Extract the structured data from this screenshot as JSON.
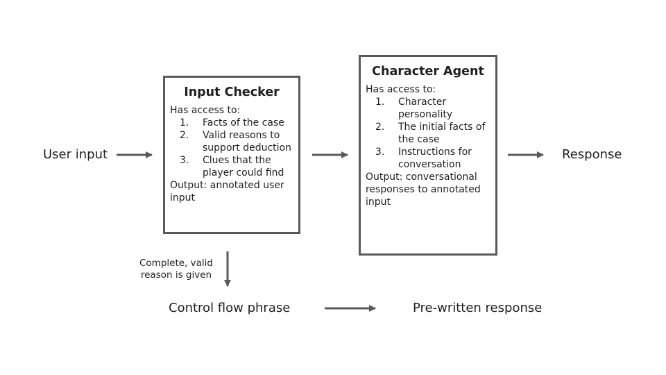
{
  "user_input": "User input",
  "response": "Response",
  "input_checker": {
    "title": "Input Checker",
    "access_label": "Has access to:",
    "items": [
      {
        "num": "1.",
        "text": "Facts of the case"
      },
      {
        "num": "2.",
        "text": "Valid reasons to support deduction"
      },
      {
        "num": "3.",
        "text": "Clues that the player could find"
      }
    ],
    "output": "Output: annotated user input"
  },
  "character_agent": {
    "title": "Character Agent",
    "access_label": "Has access to:",
    "items": [
      {
        "num": "1.",
        "text": "Character personality"
      },
      {
        "num": "2.",
        "text": "The initial facts of the case"
      },
      {
        "num": "3.",
        "text": "Instructions for conversation"
      }
    ],
    "output": "Output: conversational responses to annotated input"
  },
  "condition_label": "Complete, valid reason is given",
  "control_flow": "Control flow phrase",
  "prewritten": "Pre-written response",
  "colors": {
    "arrow": "#595959",
    "border": "#595959",
    "text": "#1f1f1f"
  }
}
